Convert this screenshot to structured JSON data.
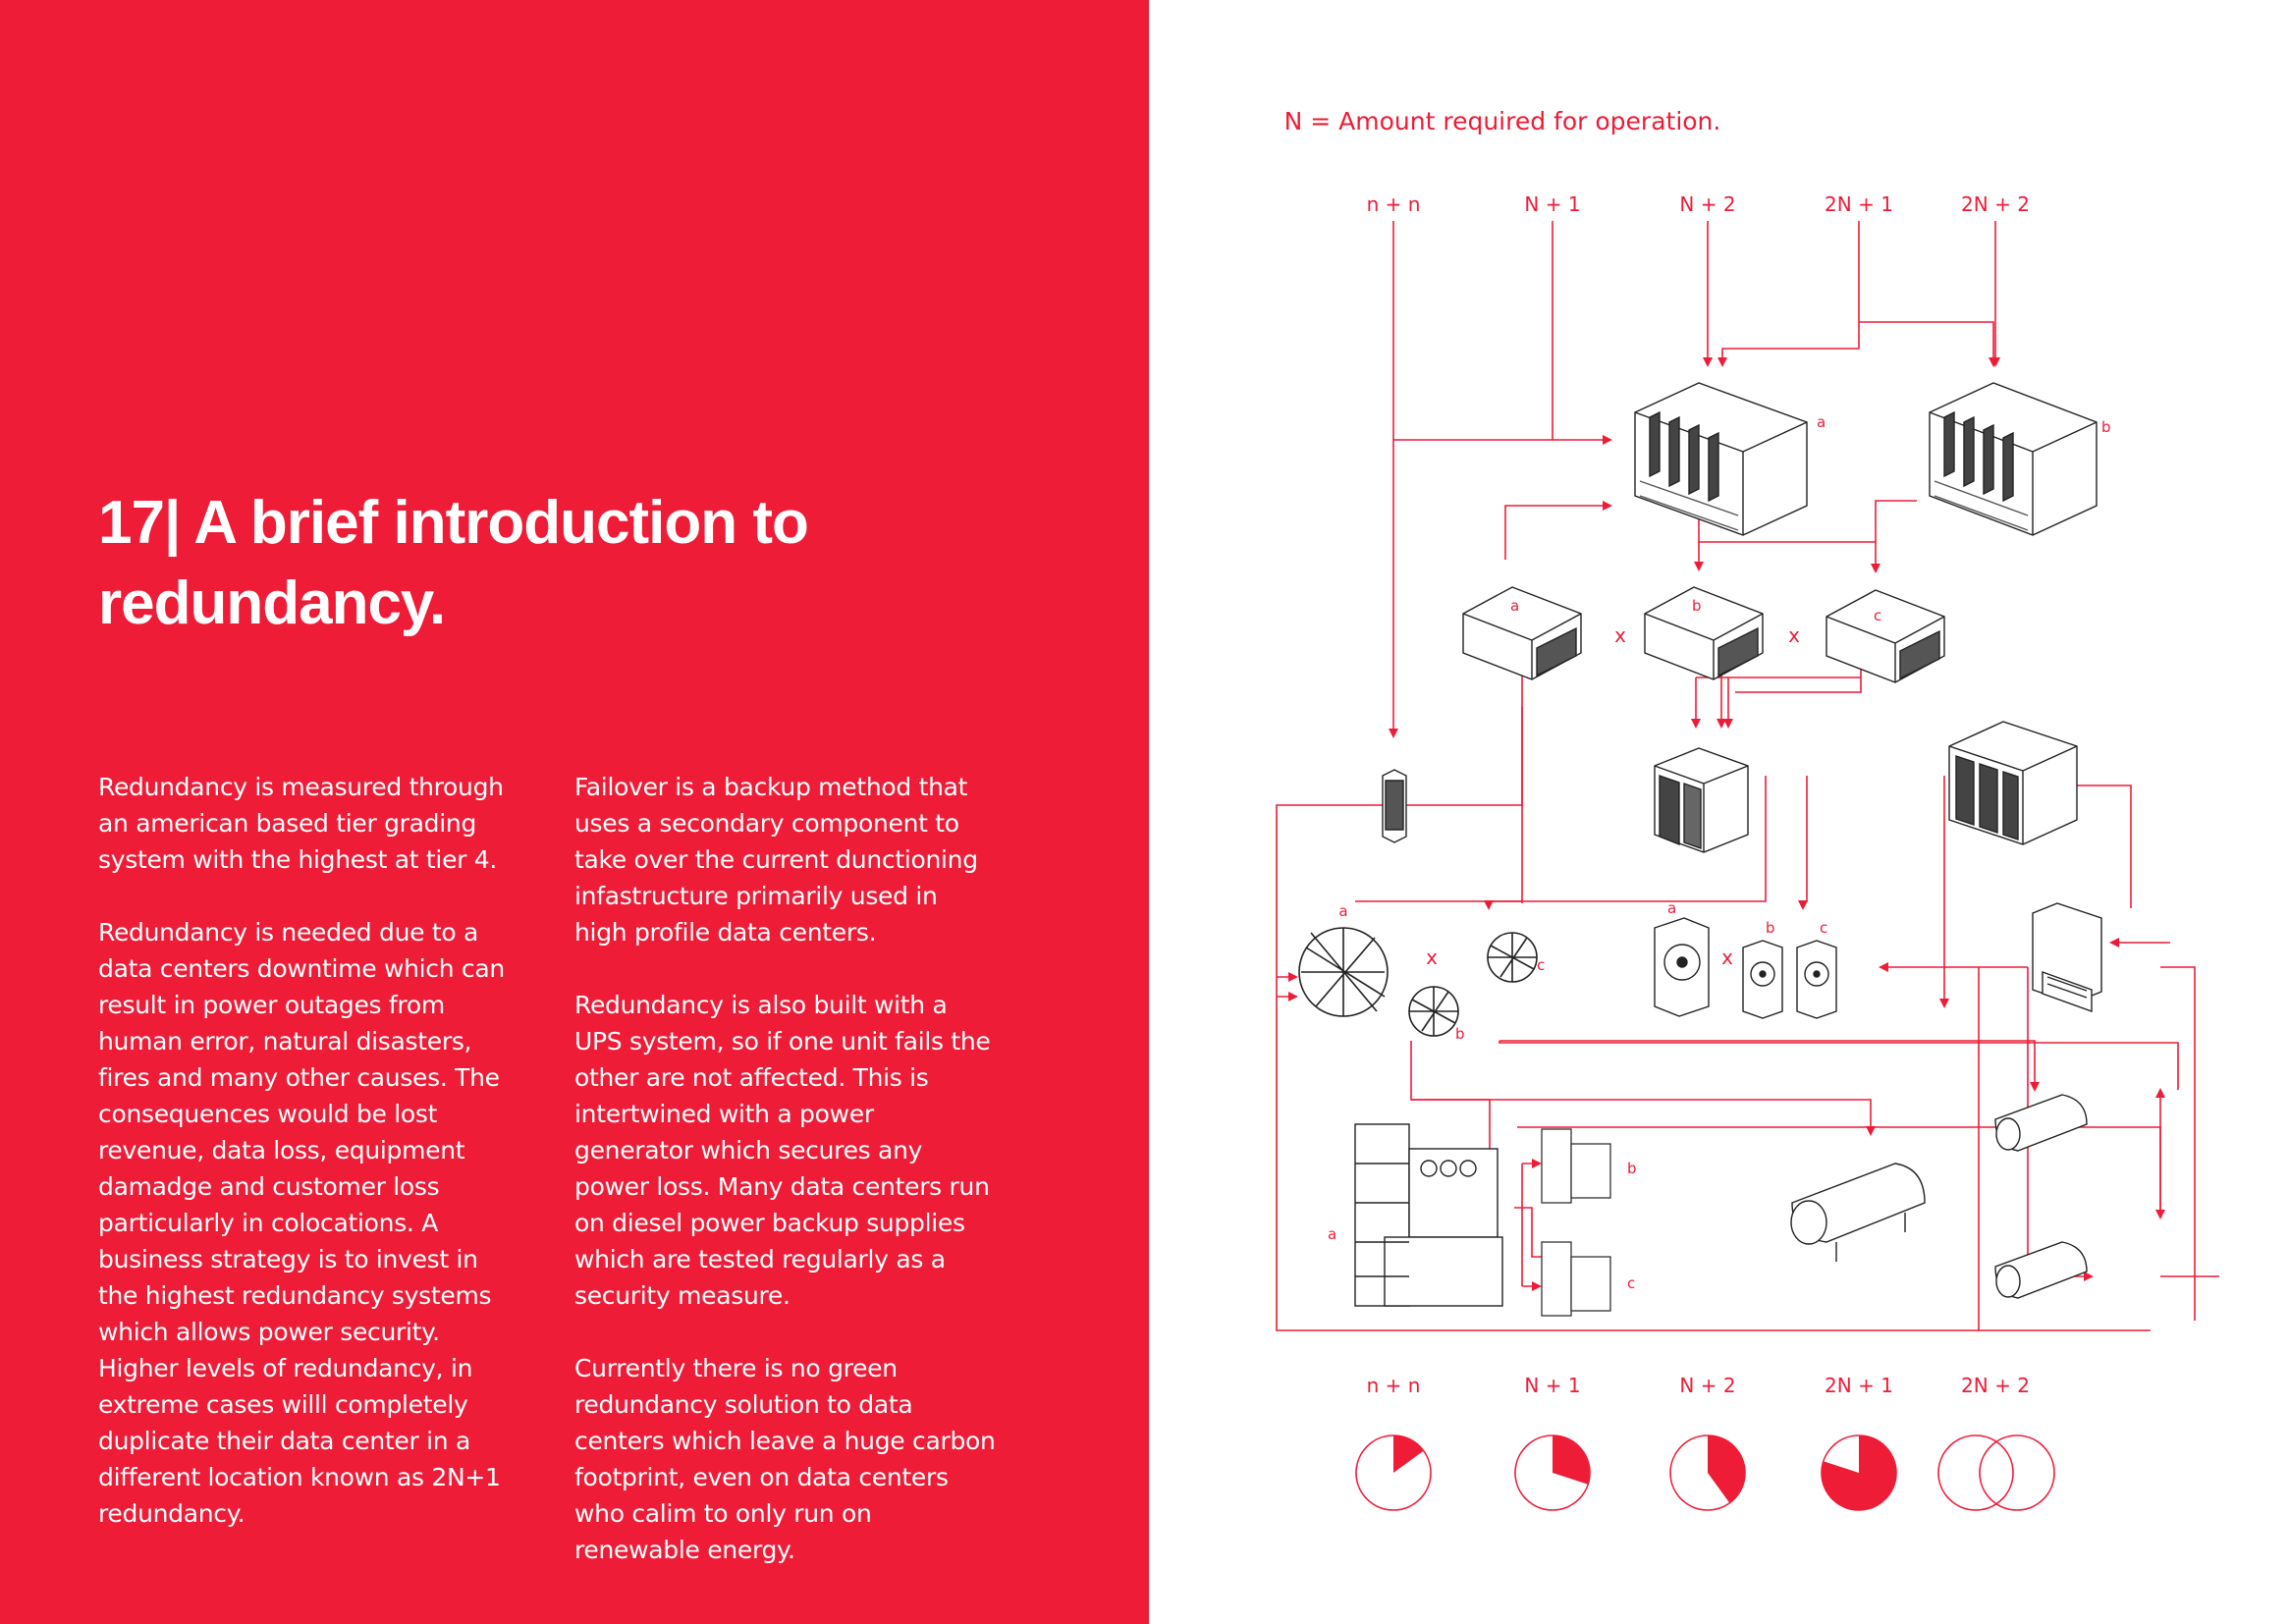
{
  "page": {
    "title": "17| A brief introduction to redundancy.",
    "column1": [
      "Redundancy is measured through an american based tier grading system with the highest at tier 4.",
      "Redundancy is needed due to a data centers downtime which can result in power outages from human error, natural disasters, fires and many other causes. The consequences would be lost revenue, data loss, equipment damadge and customer loss particularly in colocations. A business strategy is to invest in the highest redundancy systems which allows power security. Higher levels of redundancy, in extreme cases willl completely duplicate their data center in a different location known as 2N+1 redundancy."
    ],
    "column2": [
      "Failover is a backup method that uses a secondary component to take over the current dunctioning infastructure primarily used in high profile data centers.",
      "Redundancy is also built with a UPS system, so if one unit fails the other are not affected. This is intertwined with a power generator which secures any power loss. Many data centers run on diesel power backup supplies which are tested regularly as a security measure.",
      "Currently there is no green redundancy solution to data centers which leave a huge carbon footprint, even on data centers who calim to only run on renewable energy."
    ]
  },
  "diagram": {
    "note": "N = Amount required for operation.",
    "top_labels": [
      "n + n",
      "N + 1",
      "N + 2",
      "2N + 1",
      "2N + 2"
    ],
    "bottom_labels": [
      "n + n",
      "N + 1",
      "N + 2",
      "2N + 1",
      "2N + 2"
    ],
    "item_letters": {
      "server_a": "a",
      "server_b": "b",
      "ups_a": "a",
      "ups_b": "b",
      "ups_c": "c",
      "fan_a": "a",
      "fan_b": "b",
      "fan_c": "c",
      "disk_a": "a",
      "disk_b": "b",
      "disk_c": "c",
      "gen_a": "a",
      "gen_b": "b",
      "gen_c": "c"
    },
    "separator": "x",
    "redundancy_fractions": [
      0.15,
      0.3,
      0.4,
      0.8,
      1.0
    ],
    "accent_color": "#ee1c37",
    "line_color": "#222222"
  }
}
